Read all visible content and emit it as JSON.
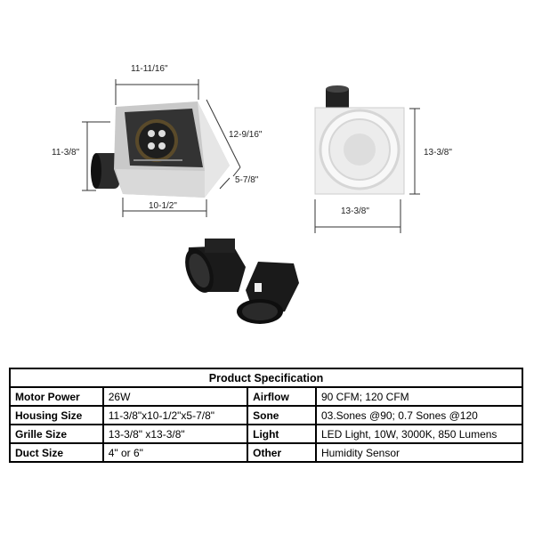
{
  "dimensions": {
    "top_width": "11-11/16\"",
    "height": "11-3/8\"",
    "diagonal": "12-9/16\"",
    "depth": "5-7/8\"",
    "bottom_width": "10-1/2\"",
    "grille_height": "13-3/8\"",
    "grille_width": "13-3/8\""
  },
  "spec_table": {
    "title": "Product Specification",
    "rows": [
      {
        "label1": "Motor Power",
        "value1": "26W",
        "label2": "Airflow",
        "value2": "90 CFM; 120 CFM"
      },
      {
        "label1": "Housing Size",
        "value1": "11-3/8\"x10-1/2\"x5-7/8\"",
        "label2": "Sone",
        "value2": "03.Sones @90; 0.7 Sones @120"
      },
      {
        "label1": "Grille Size",
        "value1": "13-3/8\" x13-3/8\"",
        "label2": "Light",
        "value2": "LED Light, 10W, 3000K, 850 Lumens"
      },
      {
        "label1": "Duct Size",
        "value1": "4\" or 6\"",
        "label2": "Other",
        "value2": "Humidity Sensor"
      }
    ]
  }
}
